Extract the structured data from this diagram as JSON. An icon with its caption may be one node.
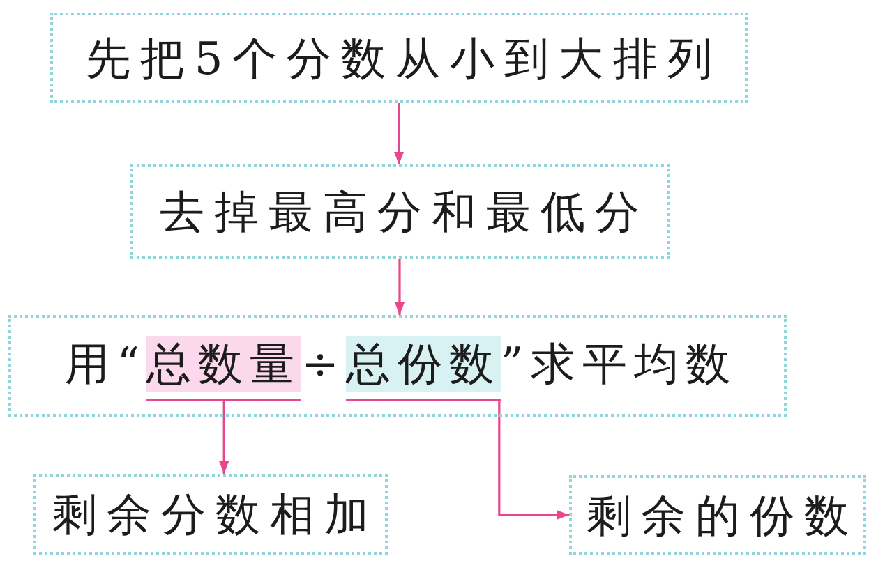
{
  "diagram": {
    "nodes": [
      {
        "text": [
          "先把5个分数从小到大排列"
        ]
      },
      {
        "text": [
          "去掉最高分和最低分"
        ]
      },
      {
        "text": [
          "用“",
          "÷",
          "”求平均数"
        ]
      },
      {
        "text": [
          "总数量"
        ],
        "in": 2
      },
      {
        "text": [
          "总份数"
        ],
        "in": 2
      },
      {
        "text": [
          "剩余分数相加"
        ]
      },
      {
        "text": [
          "剩余的份数"
        ]
      }
    ],
    "edges": [
      {
        "from": 0,
        "to": 1,
        "arrow": "to"
      },
      {
        "from": 1,
        "to": 2,
        "arrow": "to"
      },
      {
        "from": 3,
        "to": 5,
        "arrow": "to"
      },
      {
        "from": 4,
        "to": 6,
        "arrow": "to"
      }
    ]
  }
}
